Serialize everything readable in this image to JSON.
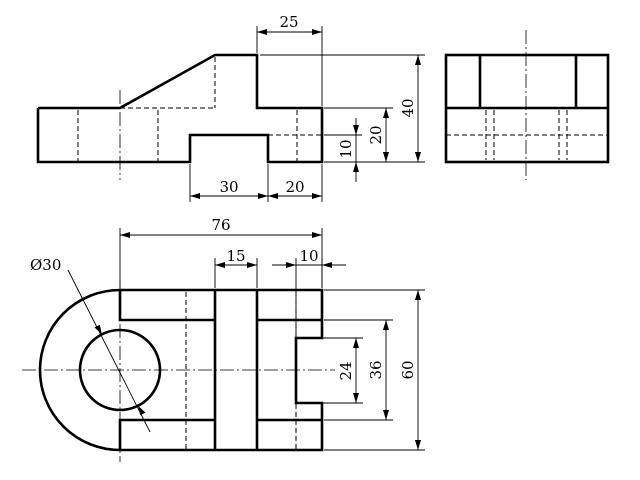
{
  "drawing": {
    "front_view": {
      "dimensions": {
        "top_width": "25",
        "total_height": "40",
        "step_height": "20",
        "base_height": "10",
        "slot_width": "30",
        "right_width": "20"
      }
    },
    "top_view": {
      "dimensions": {
        "overall_length": "76",
        "diameter": "Ø30",
        "rib_width": "15",
        "notch_depth": "10",
        "notch_width": "24",
        "inner_width": "36",
        "total_width": "60"
      }
    }
  }
}
